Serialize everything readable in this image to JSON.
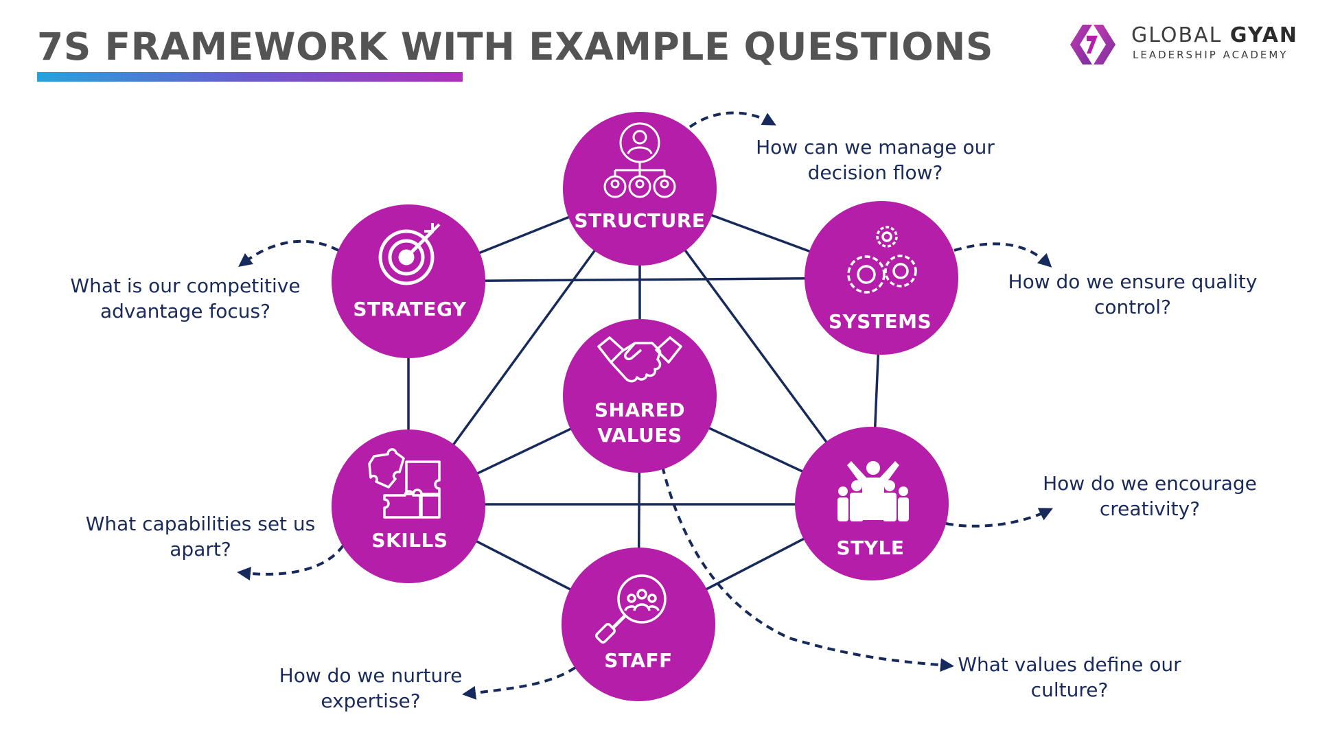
{
  "title": "7S FRAMEWORK WITH EXAMPLE QUESTIONS",
  "logo": {
    "word1": "GLOBAL",
    "word2": "GYAN",
    "tagline": "LEADERSHIP ACADEMY"
  },
  "colors": {
    "node_fill": "#b41ea8",
    "line": "#172a5c",
    "question_text": "#1a2a5c",
    "title_text": "#545454",
    "accent_gradient": [
      "#25a3dc",
      "#6a5bd0",
      "#b02fbb"
    ]
  },
  "nodes": {
    "structure": {
      "label": "STRUCTURE",
      "icon": "org-chart-icon"
    },
    "strategy": {
      "label": "STRATEGY",
      "icon": "target-icon"
    },
    "systems": {
      "label": "SYSTEMS",
      "icon": "gears-icon"
    },
    "shared_values": {
      "label_line1": "SHARED",
      "label_line2": "VALUES",
      "icon": "handshake-icon"
    },
    "skills": {
      "label": "SKILLS",
      "icon": "puzzle-icon"
    },
    "style": {
      "label": "STYLE",
      "icon": "team-cheering-icon"
    },
    "staff": {
      "label": "STAFF",
      "icon": "magnifier-people-icon"
    }
  },
  "questions": {
    "structure": {
      "line1": "How can we manage our",
      "line2": "decision flow?"
    },
    "strategy": {
      "line1": "What is our competitive",
      "line2": "advantage focus?"
    },
    "systems": {
      "line1": "How do we ensure quality",
      "line2": "control?"
    },
    "skills": {
      "line1": "What capabilities set us",
      "line2": "apart?"
    },
    "style": {
      "line1": "How do we encourage",
      "line2": "creativity?"
    },
    "staff": {
      "line1": "How do we nurture",
      "line2": "expertise?"
    },
    "shared_values": {
      "line1": "What values define our",
      "line2": "culture?"
    }
  }
}
